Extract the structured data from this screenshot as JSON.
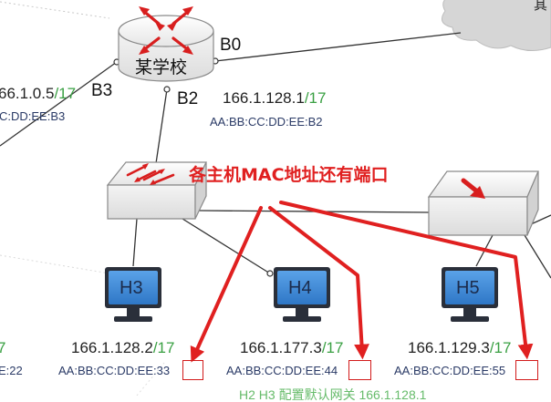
{
  "router": {
    "name": "某学校"
  },
  "ports": {
    "b0": "B0",
    "b2": "B2",
    "b3": "B3"
  },
  "b3_ip": {
    "addr": "66.1.0.5",
    "mask": "/17"
  },
  "b3_mac": "C:DD:EE:B3",
  "b2_ip": {
    "addr": "166.1.128.1",
    "mask": "/17"
  },
  "b2_mac": "AA:BB:CC:DD:EE:B2",
  "annotation": "各主机MAC地址还有端口",
  "cloud_label": "其",
  "hosts": [
    {
      "name": "H3",
      "addr": "166.1.128.2",
      "mask": "/17",
      "mac_prefix": "AA:BB:CC:DD:EE:",
      "mac_suffix": "33"
    },
    {
      "name": "H4",
      "addr": "166.1.177.3",
      "mask": "/17",
      "mac_prefix": "AA:BB:CC:DD:EE:",
      "mac_suffix": "44"
    },
    {
      "name": "H5",
      "addr": "166.1.129.3",
      "mask": "/17",
      "mac_prefix": "AA:BB:CC:DD:EE:",
      "mac_suffix": "55"
    }
  ],
  "left_partial": {
    "mask": "7",
    "mac": "E:22"
  },
  "bottom_partial": "H2 H3 配置默认网关 166.1.128.1",
  "colors": {
    "accent_red": "#e02020",
    "mask_green": "#3aa043",
    "host_blue": "#3a7fd0",
    "mac_blue": "#2a3a66"
  }
}
